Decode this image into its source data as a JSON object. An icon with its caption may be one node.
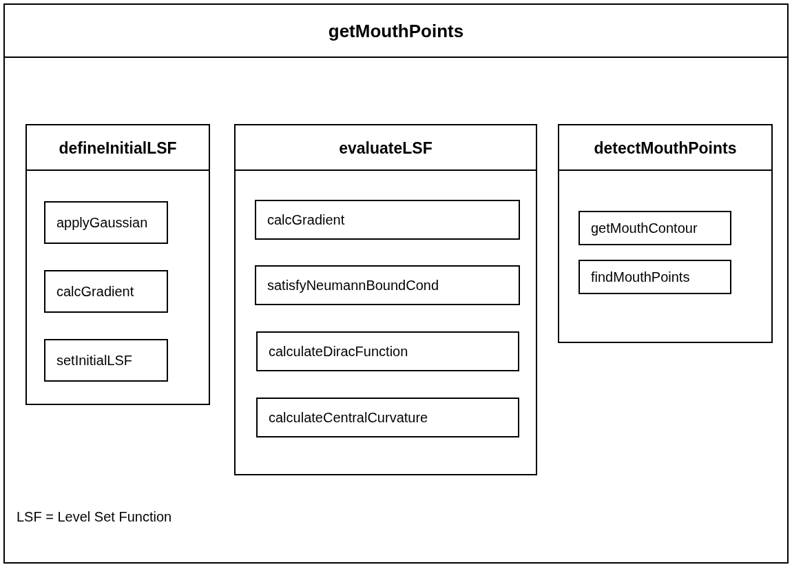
{
  "diagram": {
    "nodes": [
      {
        "text": [
          "getMouthPoints"
        ]
      },
      {
        "text": [
          "defineInitialLSF"
        ],
        "in": 0
      },
      {
        "text": [
          "applyGaussian"
        ],
        "in": 1
      },
      {
        "text": [
          "calcGradient"
        ],
        "in": 1
      },
      {
        "text": [
          "setInitialLSF"
        ],
        "in": 1
      },
      {
        "text": [
          "evaluateLSF"
        ],
        "in": 0
      },
      {
        "text": [
          "calcGradient"
        ],
        "in": 5
      },
      {
        "text": [
          "satisfyNeumannBoundCond"
        ],
        "in": 5
      },
      {
        "text": [
          "calculateDiracFunction"
        ],
        "in": 5
      },
      {
        "text": [
          "calculateCentralCurvature"
        ],
        "in": 5
      },
      {
        "text": [
          "detectMouthPoints"
        ],
        "in": 0
      },
      {
        "text": [
          "getMouthContour"
        ],
        "in": 10
      },
      {
        "text": [
          "findMouthPoints"
        ],
        "in": 10
      }
    ],
    "edges": [],
    "labels": [
      "LSF = Level Set Function"
    ]
  }
}
